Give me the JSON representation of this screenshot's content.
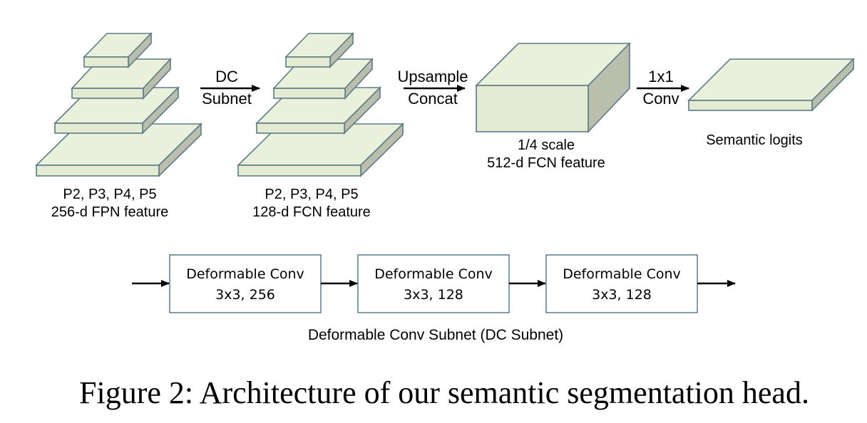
{
  "pyramid_fpn": {
    "line1": "P2, P3, P4, P5",
    "line2": "256-d FPN feature"
  },
  "arrow_dc": {
    "line1": "DC",
    "line2": "Subnet"
  },
  "pyramid_fcn": {
    "line1": "P2, P3, P4, P5",
    "line2": "128-d FCN feature"
  },
  "arrow_upsample": {
    "line1": "Upsample",
    "line2": "Concat"
  },
  "fcn_block": {
    "line1": "1/4 scale",
    "line2": "512-d FCN feature"
  },
  "arrow_conv": {
    "line1": "1x1",
    "line2": "Conv"
  },
  "logits": {
    "label": "Semantic logits"
  },
  "subnet": {
    "boxes": [
      {
        "line1": "Deformable Conv",
        "line2": "3x3, 256"
      },
      {
        "line1": "Deformable Conv",
        "line2": "3x3, 128"
      },
      {
        "line1": "Deformable Conv",
        "line2": "3x3, 128"
      }
    ],
    "label": "Deformable Conv Subnet (DC Subnet)"
  },
  "caption": "Figure 2: Architecture of our semantic segmentation head.",
  "colors": {
    "slab_top": "#e9f0dc",
    "slab_front": "#e3ebd2",
    "slab_side": "#b9bfac",
    "outline": "#5e7a84",
    "box_border": "#5b7c8c"
  }
}
